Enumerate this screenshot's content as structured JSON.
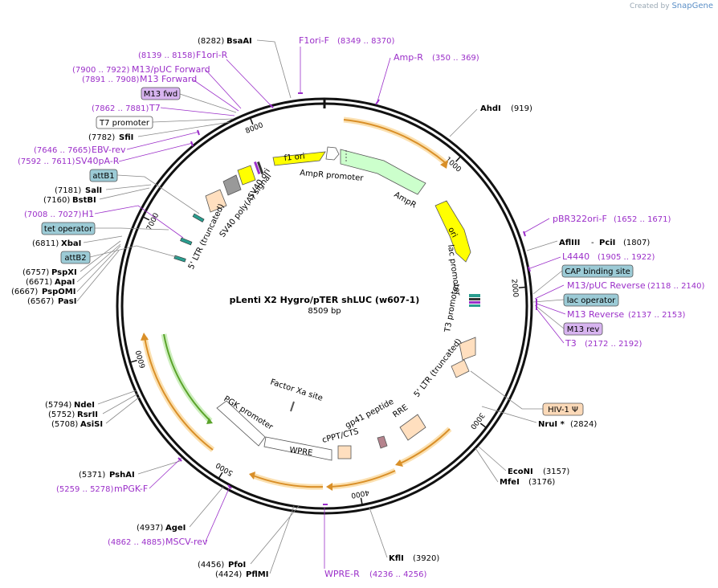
{
  "credit": {
    "prefix": "Created by",
    "brand": "SnapGene"
  },
  "plasmid": {
    "name": "pLenti X2 Hygro/pTER shLUC (w607-1)",
    "length_label": "8509 bp",
    "length": 8509
  },
  "ticks": [
    {
      "pos": 1000,
      "label": "1000"
    },
    {
      "pos": 2000,
      "label": "2000"
    },
    {
      "pos": 3000,
      "label": "3000"
    },
    {
      "pos": 4000,
      "label": "4000"
    },
    {
      "pos": 5000,
      "label": "5000"
    },
    {
      "pos": 6000,
      "label": "6000"
    },
    {
      "pos": 7000,
      "label": "7000"
    },
    {
      "pos": 8000,
      "label": "8000"
    }
  ],
  "enzymes": [
    {
      "name": "BsaAI",
      "coord": "(8282)",
      "pos": 8282
    },
    {
      "name": "AhdI",
      "coord": "(919)",
      "pos": 919
    },
    {
      "name": "SfiI",
      "coord": "(7782)",
      "pos": 7782
    },
    {
      "name": "SalI",
      "coord": "(7181)",
      "pos": 7181
    },
    {
      "name": "BstBI",
      "coord": "(7160)",
      "pos": 7160
    },
    {
      "name": "XbaI",
      "coord": "(6811)",
      "pos": 6811
    },
    {
      "name": "PspXI",
      "coord": "(6757)",
      "pos": 6757
    },
    {
      "name": "ApaI",
      "coord": "(6671)",
      "pos": 6671
    },
    {
      "name": "PspOMI",
      "coord": "(6667)",
      "pos": 6667
    },
    {
      "name": "PasI",
      "coord": "(6567)",
      "pos": 6567
    },
    {
      "name": "AflIII",
      "name2": "PciI",
      "coord": "(1807)",
      "pos": 1807
    },
    {
      "name": "NruI *",
      "coord": "(2824)",
      "pos": 2824
    },
    {
      "name": "EcoNI",
      "coord": "(3157)",
      "pos": 3157
    },
    {
      "name": "MfeI",
      "coord": "(3176)",
      "pos": 3176
    },
    {
      "name": "KflI",
      "coord": "(3920)",
      "pos": 3920
    },
    {
      "name": "PfoI",
      "coord": "(4456)",
      "pos": 4456
    },
    {
      "name": "PflMI",
      "coord": "(4424)",
      "pos": 4424
    },
    {
      "name": "AgeI",
      "coord": "(4937)",
      "pos": 4937
    },
    {
      "name": "PshAI",
      "coord": "(5371)",
      "pos": 5371
    },
    {
      "name": "NdeI",
      "coord": "(5794)",
      "pos": 5794
    },
    {
      "name": "RsrII",
      "coord": "(5752)",
      "pos": 5752
    },
    {
      "name": "AsiSI",
      "coord": "(5708)",
      "pos": 5708
    }
  ],
  "primers": [
    {
      "name": "F1ori-F",
      "range": "(8349 .. 8370)",
      "pos": 8360
    },
    {
      "name": "Amp-R",
      "range": "(350 .. 369)",
      "pos": 360
    },
    {
      "name": "F1ori-R",
      "range": "(8139 .. 8158)",
      "pos": 8148
    },
    {
      "name": "M13/pUC Forward",
      "range": "(7900 .. 7922)",
      "pos": 7911
    },
    {
      "name": "M13 Forward",
      "range": "(7891 .. 7908)",
      "pos": 7899
    },
    {
      "name": "T7",
      "range": "(7862 .. 7881)",
      "pos": 7871
    },
    {
      "name": "EBV-rev",
      "range": "(7646 .. 7665)",
      "pos": 7655
    },
    {
      "name": "SV40pA-R",
      "range": "(7592 .. 7611)",
      "pos": 7601
    },
    {
      "name": "H1",
      "range": "(7008 .. 7027)",
      "pos": 7017
    },
    {
      "name": "pBR322ori-F",
      "range": "(1652 .. 1671)",
      "pos": 1661
    },
    {
      "name": "L4440",
      "range": "(1905 .. 1922)",
      "pos": 1913
    },
    {
      "name": "M13/pUC Reverse",
      "range": "(2118 .. 2140)",
      "pos": 2129
    },
    {
      "name": "M13 Reverse",
      "range": "(2137 .. 2153)",
      "pos": 2145
    },
    {
      "name": "T3",
      "range": "(2172 .. 2192)",
      "pos": 2182
    },
    {
      "name": "mPGK-F",
      "range": "(5259 .. 5278)",
      "pos": 5268
    },
    {
      "name": "MSCV-rev",
      "range": "(4862 .. 4885)",
      "pos": 4873
    },
    {
      "name": "WPRE-R",
      "range": "(4236 .. 4256)",
      "pos": 4246
    }
  ],
  "boxes": [
    {
      "label": "M13 fwd"
    },
    {
      "label": "T7 promoter"
    },
    {
      "label": "attB1"
    },
    {
      "label": "tet operator"
    },
    {
      "label": "attB2"
    },
    {
      "label": "CAP binding site"
    },
    {
      "label": "lac operator"
    },
    {
      "label": "M13 rev"
    },
    {
      "label": "HIV-1 Ψ"
    }
  ],
  "features": {
    "f1_ori": "f1 ori",
    "ampr_promoter": "AmpR promoter",
    "ampr": "AmpR",
    "ori": "ori",
    "lac_promoter": "lac promoter",
    "t3_promoter": "T3 promoter",
    "ltr_3": "5' LTR (truncated)",
    "rre": "RRE",
    "gp41": "gp41 peptide",
    "cppt": "cPPT/CTS",
    "wpre": "WPRE",
    "pgk": "PGK promoter",
    "factor_xa": "Factor Xa site",
    "ltr_5": "5' LTR (truncated)",
    "sv40_polya": "SV40 poly(A) signal",
    "sv40_ori": "SV40 ori"
  },
  "colors": {
    "backbone": "#111111",
    "primer": "#9b2fc9",
    "enzyme_line": "#888888",
    "orf": "#d98f28",
    "orf_green": "#5aa32a",
    "f1_ori": "#ffff00",
    "ori": "#ffff00",
    "ampr": "#ccffcc",
    "ltr": "#ffdfbf",
    "grey": "#999999",
    "box_blue": "#9ccbd6",
    "box_purple": "#d7b4ef",
    "box_peach": "#fbd9b8"
  }
}
